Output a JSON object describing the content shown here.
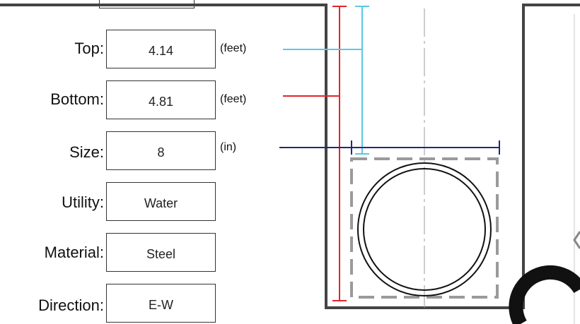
{
  "fields": [
    {
      "label": "Top:",
      "value": "4.14",
      "unit": "(feet)"
    },
    {
      "label": "Bottom:",
      "value": "4.81",
      "unit": "(feet)"
    },
    {
      "label": "Size:",
      "value": "8",
      "unit": "(in)"
    },
    {
      "label": "Utility:",
      "value": "Water",
      "unit": ""
    },
    {
      "label": "Material:",
      "value": "Steel",
      "unit": ""
    },
    {
      "label": "Direction:",
      "value": "E-W",
      "unit": ""
    }
  ],
  "colors": {
    "top_line": "#5bc8e0",
    "bottom_line": "#e0262b",
    "size_line": "#1f2a7a",
    "trench": "#333333",
    "box_outline": "#9a9a9a"
  }
}
